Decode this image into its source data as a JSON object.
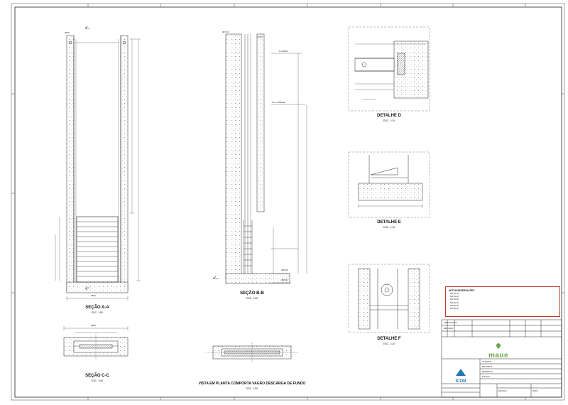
{
  "drawing": {
    "views": {
      "secao_aa": {
        "title": "SEÇÃO A-A",
        "scale": "ESC. 1:50"
      },
      "secao_bb": {
        "title": "SEÇÃO B-B",
        "scale": "ESC. 1:50"
      },
      "secao_cc": {
        "title": "SEÇÃO C-C",
        "scale": "ESC. 1:50"
      },
      "planta": {
        "title": "VISTA EM PLANTA COMPORTA VAGÃO DESCARGA DE FUNDO",
        "scale": "ESC. 1:50"
      },
      "detalhe_d": {
        "title": "DETALHE D",
        "scale": "ESC. 1:10"
      },
      "detalhe_e": {
        "title": "DETALHE E",
        "scale": "ESC. 1:10"
      },
      "detalhe_f": {
        "title": "DETALHE F",
        "scale": "ESC. 1:10"
      }
    },
    "dimensions": {
      "aa_top": "4975",
      "bb_top": "467,15",
      "bb_na_max": "N.A.MÁX.",
      "bb_na_normal": "N.A. NORMAL",
      "bb_low": "398,46",
      "bb_low2": "398,40",
      "aa_width": "4800",
      "cc_width": "4800"
    },
    "notes": {
      "title": "NOTAS/OBSERVAÇÕES",
      "lines": [
        "- NOTA 01",
        "- NOTA 02",
        "- NOTA 03",
        "- NOTA 04",
        "- NOTA 05",
        "- NOTA 06"
      ]
    },
    "title_block": {
      "client_logo": "maue",
      "firm_logo": "ICON",
      "cells": [
        "CLIENTE:",
        "PROJETO:",
        "DESENHO:",
        "TÍTULO:",
        "APROVAÇÃO",
        "REVISÃO",
        "ESCALA",
        "DATA"
      ]
    },
    "colors": {
      "line": "#222222",
      "notes_border": "#c0392b",
      "maue_logo": "#6aa84f",
      "icon_logo": "#1f78b4"
    }
  }
}
